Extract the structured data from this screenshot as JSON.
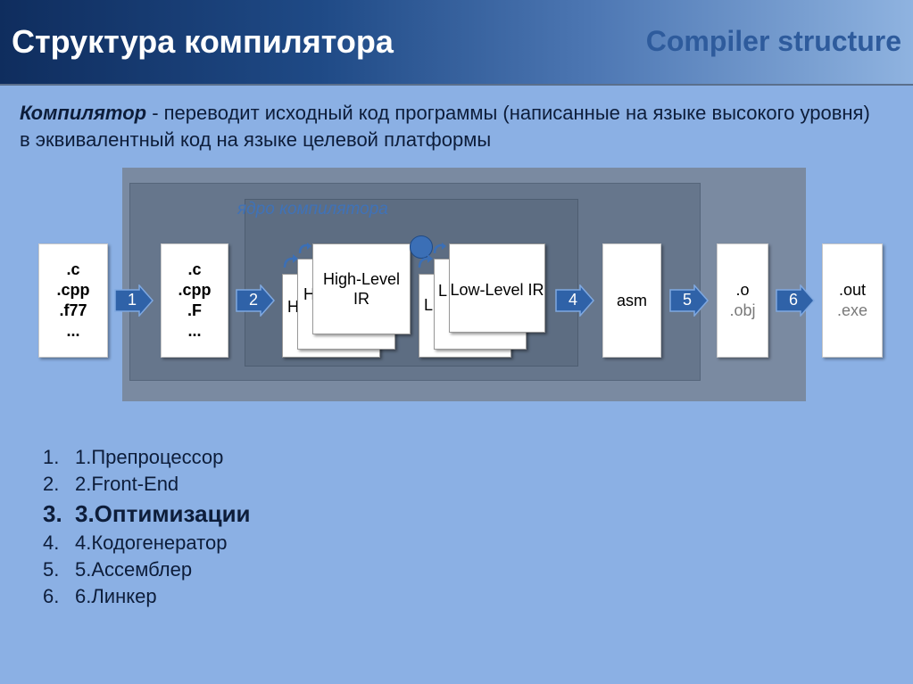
{
  "header": {
    "title_ru": "Структура компилятора",
    "title_en": "Compiler structure"
  },
  "intro": {
    "term": "Компилятор",
    "text": " - переводит исходный код программы (написанные на языке высокого уровня) в эквивалентный код на языке целевой платформы"
  },
  "diagram": {
    "core_label": "ядро компилятора",
    "source_files": [
      ".c",
      ".cpp",
      ".f77",
      "..."
    ],
    "preprocessed_files": [
      ".c",
      ".cpp",
      ".F",
      "..."
    ],
    "high_level_ir": {
      "line1": "High-Level",
      "line2": "IR",
      "peek_back": "H",
      "peek_mid": "H"
    },
    "low_level_ir": {
      "label": "Low-Level IR",
      "peek_back": "L",
      "peek_mid": "L"
    },
    "asm": "asm",
    "object_files": [
      ".o",
      ".obj"
    ],
    "executables": [
      ".out",
      ".exe"
    ],
    "arrows": [
      "1",
      "2",
      "4",
      "5",
      "6"
    ]
  },
  "steps": [
    {
      "num": "1.",
      "label": "1.Препроцессор",
      "active": false
    },
    {
      "num": "2.",
      "label": "2.Front-End",
      "active": false
    },
    {
      "num": "3.",
      "label": "3.Оптимизации",
      "active": true
    },
    {
      "num": "4.",
      "label": "4.Кодогенератор",
      "active": false
    },
    {
      "num": "5.",
      "label": "5.Ассемблер",
      "active": false
    },
    {
      "num": "6.",
      "label": "6.Линкер",
      "active": false
    }
  ],
  "colors": {
    "background": "#8bb0e4",
    "header_dark": "#0f2d5e",
    "arrow_fill": "#2f62a8",
    "accent_label": "#3f72b8"
  }
}
